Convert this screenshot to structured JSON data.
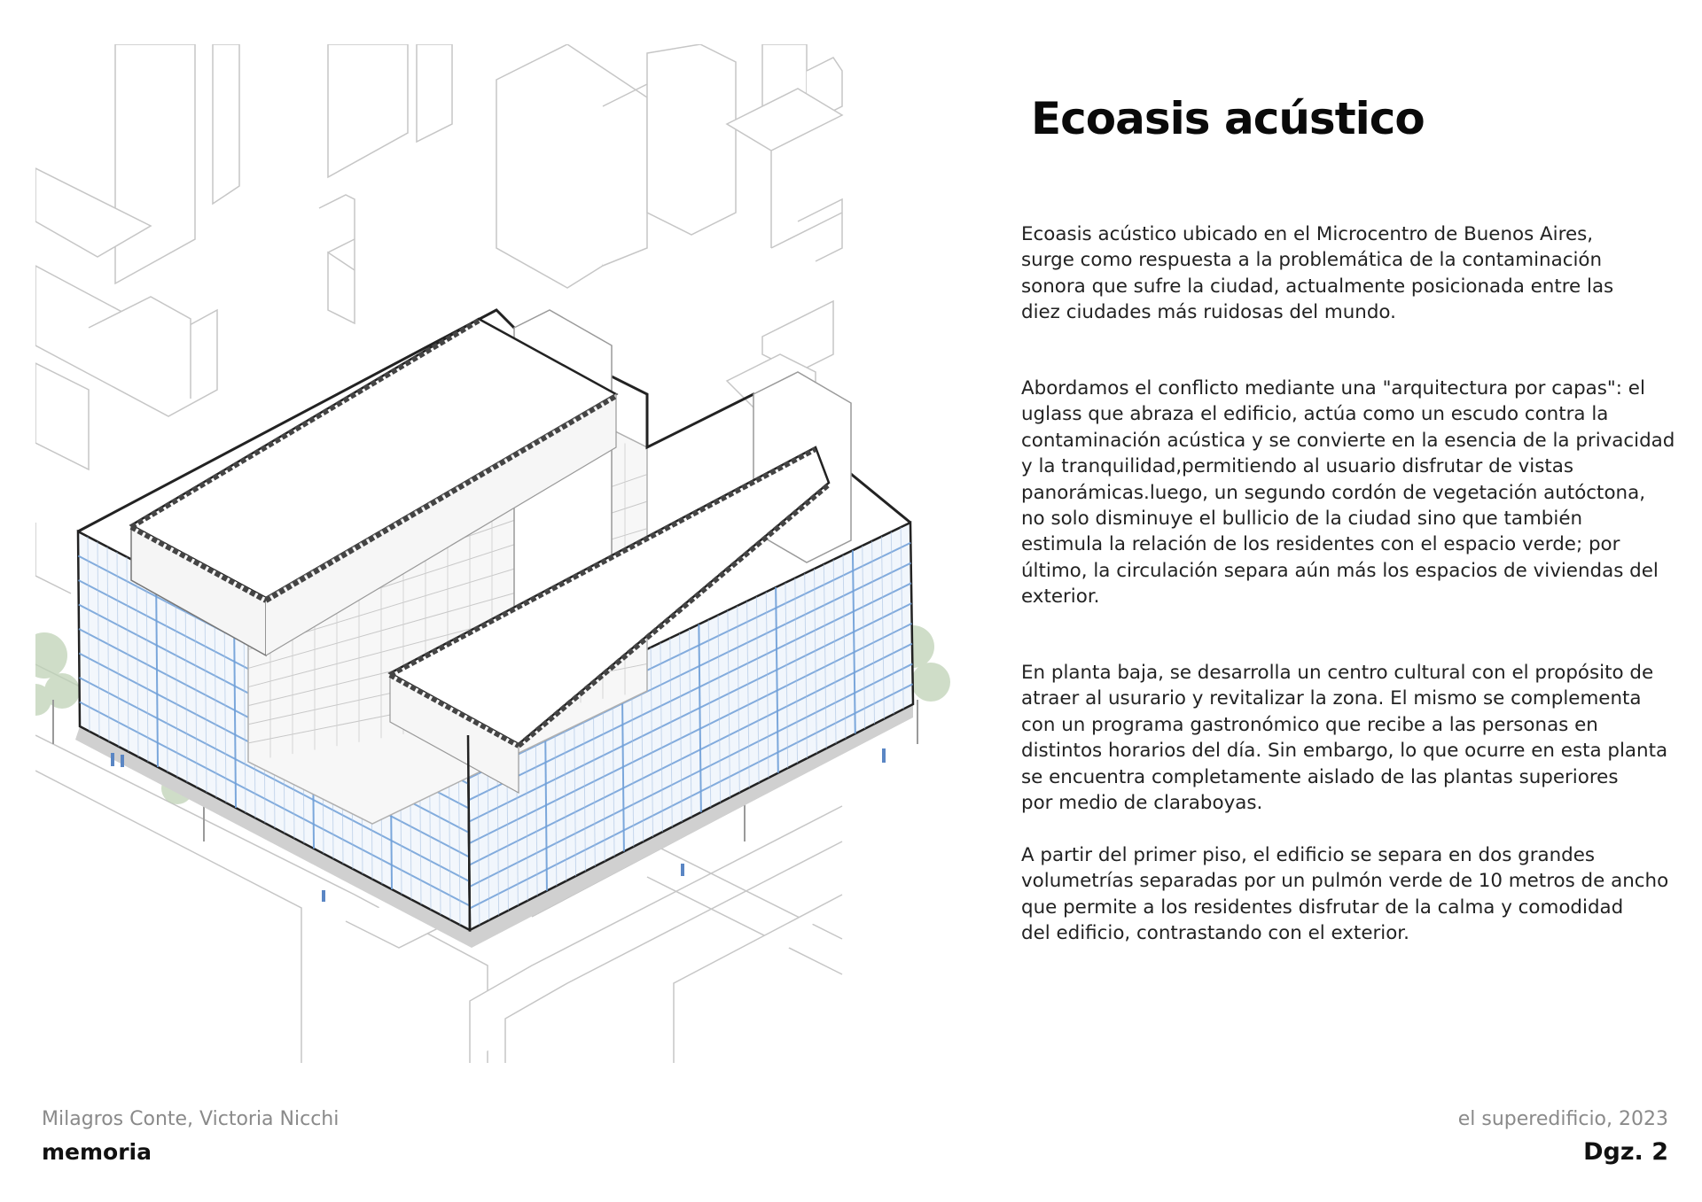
{
  "title": "Ecoasis acústico",
  "paragraphs": [
    "Ecoasis acústico ubicado en el Microcentro de Buenos Aires,\nsurge como respuesta a la problemática de la contaminación\nsonora que sufre la ciudad, actualmente posicionada entre las\ndiez ciudades más ruidosas del mundo.",
    "Abordamos el conflicto mediante una \"arquitectura por capas\": el\nuglass que abraza el edificio, actúa como un escudo contra la\ncontaminación acústica y se convierte en la esencia de la privacidad\ny la tranquilidad,permitiendo al usuario disfrutar de vistas\n panorámicas.luego, un segundo cordón de vegetación autóctona,\nno solo disminuye el bullicio de la ciudad sino que también\nestimula la relación de los residentes con el espacio verde; por\núltimo, la circulación separa aún más los espacios de viviendas del\nexterior.",
    " En planta baja, se desarrolla un centro cultural con el propósito de\n atraer al usurario y revitalizar la zona. El mismo se complementa\ncon un programa gastronómico que recibe a las personas en\ndistintos horarios del día. Sin embargo, lo que ocurre en esta planta\nse encuentra completamente aislado de las plantas superiores\n por medio de claraboyas.",
    "A partir del primer piso, el edificio se separa en dos grandes\nvolumetrías separadas por un pulmón verde de 10 metros de ancho\nque permite a los residentes disfrutar de la calma y comodidad\ndel edificio, contrastando con el exterior."
  ],
  "footer": {
    "authors": "Milagros Conte, Victoria Nicchi",
    "section": "memoria",
    "project": "el superedificio, 2023",
    "page": "Dgz. 2"
  },
  "colors": {
    "glass": "#6f9fd8",
    "line": "#bdbdbd",
    "outline": "#222222",
    "tree": "#b9cdb2"
  }
}
